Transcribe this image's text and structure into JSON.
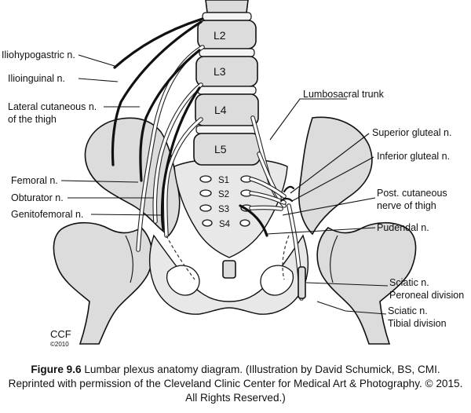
{
  "vertebrae": [
    "L2",
    "L3",
    "L4",
    "L5"
  ],
  "sacral": [
    "S1",
    "S2",
    "S3",
    "S4"
  ],
  "labels": {
    "iliohypogastric": "Iliohypogastric n.",
    "ilioinguinal": "Ilioinguinal n.",
    "lateral_cutaneous_1": "Lateral cutaneous n.",
    "lateral_cutaneous_2": "of the thigh",
    "femoral": "Femoral n.",
    "obturator": "Obturator n.",
    "genitofemoral": "Genitofemoral n.",
    "lumbosacral_trunk": "Lumbosacral trunk",
    "superior_gluteal": "Superior gluteal n.",
    "inferior_gluteal": "Inferior gluteal n.",
    "post_cutaneous_1": "Post. cutaneous",
    "post_cutaneous_2": "nerve of thigh",
    "pudendal": "Pudendal n.",
    "sciatic_peroneal_1": "Sciatic n.",
    "sciatic_peroneal_2": "Peroneal division",
    "sciatic_tibial_1": "Sciatic n.",
    "sciatic_tibial_2": "Tibial division"
  },
  "credit": {
    "mark": "CCF",
    "year": "©2010"
  },
  "caption": {
    "figure_label": "Figure 9.6",
    "text": " Lumbar plexus anatomy diagram. (Illustration  by David Schumick, BS, CMI. Reprinted with permission of the Cleveland Clinic Center for Medical Art & Photography.  © 2015. All Rights Reserved.)"
  }
}
